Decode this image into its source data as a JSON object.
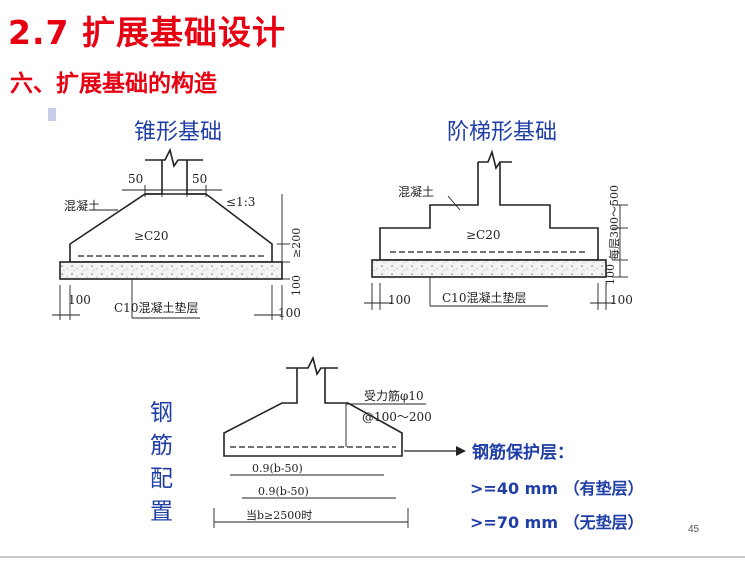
{
  "slide": {
    "title": "2.7 扩展基础设计",
    "subtitle": "六、扩展基础的构造",
    "page_number": "45"
  },
  "cone": {
    "heading": "锥形基础",
    "dim_left": "50",
    "dim_right": "50",
    "concrete": "混凝土",
    "slope": "≤1:3",
    "grade": "≥C20",
    "height": "≥200",
    "pad_thickness": "100",
    "pad_label": "C10混凝土垫层",
    "left_ext": "100",
    "right_ext": "100"
  },
  "stepped": {
    "heading": "阶梯形基础",
    "concrete": "混凝土",
    "grade": "≥C20",
    "step_height": "每层300～500",
    "pad_thickness": "100",
    "pad_label": "C10混凝土垫层",
    "left_ext": "100",
    "right_ext": "100"
  },
  "rebar": {
    "side_label": [
      "钢",
      "筋",
      "配",
      "置"
    ],
    "main_bar": "受力筋φ10",
    "spacing": "@100～200",
    "len1": "0.9(b-50)",
    "len2": "0.9(b-50)",
    "condition": "当b≥2500时",
    "cover_title": "钢筋保护层：",
    "cover_with_pad": ">=40  mm （有垫层）",
    "cover_without_pad": ">=70  mm （无垫层）"
  },
  "colors": {
    "title_red": "#e60012",
    "heading_blue": "#1f3fa6",
    "line": "#222222"
  }
}
